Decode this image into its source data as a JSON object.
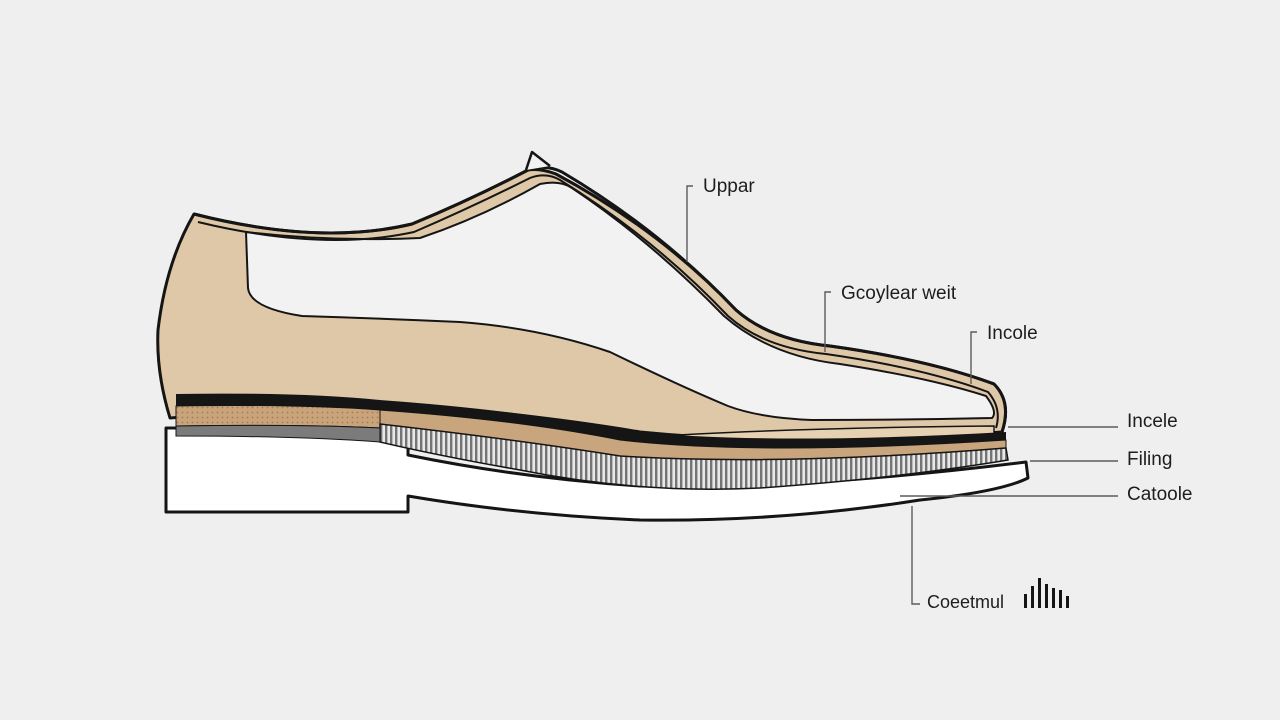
{
  "diagram": {
    "labels": {
      "upper": "Uppar",
      "welt": "Gcoylear weit",
      "insole_top": "Incole",
      "insole": "Incele",
      "filling": "Filing",
      "outsole": "Catoole",
      "bottom": "Coeetmul"
    },
    "colors": {
      "background": "#efefef",
      "leather": "#dec8a8",
      "sole": "#ffffff",
      "outline": "#151515",
      "stripe": "#7b7b7b"
    }
  }
}
